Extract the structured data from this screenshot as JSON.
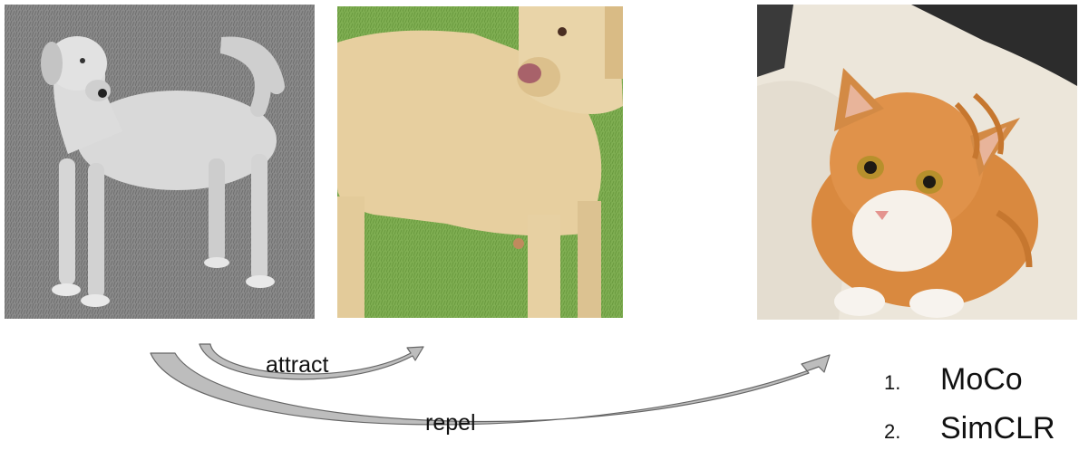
{
  "images": {
    "anchor": {
      "icon": "dog-grayscale-photo"
    },
    "positive": {
      "icon": "dog-color-photo"
    },
    "negative": {
      "icon": "cat-photo"
    }
  },
  "arrows": {
    "attract_label": "attract",
    "repel_label": "repel",
    "fill_color": "#bdbdbd",
    "stroke_color": "#666666"
  },
  "methods": [
    {
      "number": "1.",
      "name": "MoCo"
    },
    {
      "number": "2.",
      "name": "SimCLR"
    }
  ]
}
